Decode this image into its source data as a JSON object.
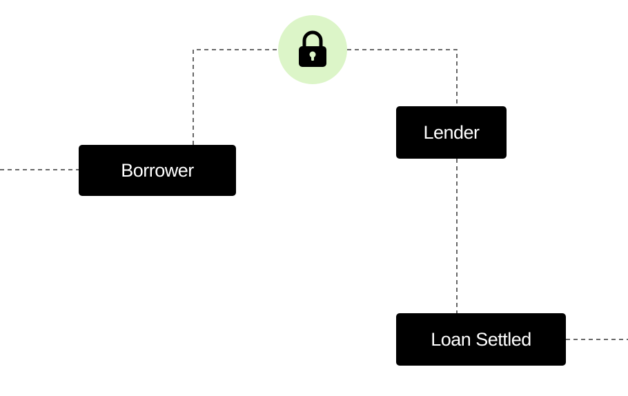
{
  "diagram": {
    "nodes": [
      {
        "id": "borrower",
        "label": "Borrower"
      },
      {
        "id": "lender",
        "label": "Lender"
      },
      {
        "id": "loan-settled",
        "label": "Loan Settled"
      }
    ],
    "center_icon": {
      "name": "lock-icon",
      "badge_color": "#dcf5c8",
      "icon_color": "#000000"
    },
    "node_color": "#000000",
    "node_text_color": "#ffffff",
    "connector_style": "dashed",
    "connections": [
      {
        "from": "offscreen-left",
        "to": "borrower"
      },
      {
        "from": "borrower",
        "to": "lock-icon"
      },
      {
        "from": "lock-icon",
        "to": "lender"
      },
      {
        "from": "lender",
        "to": "loan-settled"
      },
      {
        "from": "loan-settled",
        "to": "offscreen-right"
      }
    ]
  }
}
